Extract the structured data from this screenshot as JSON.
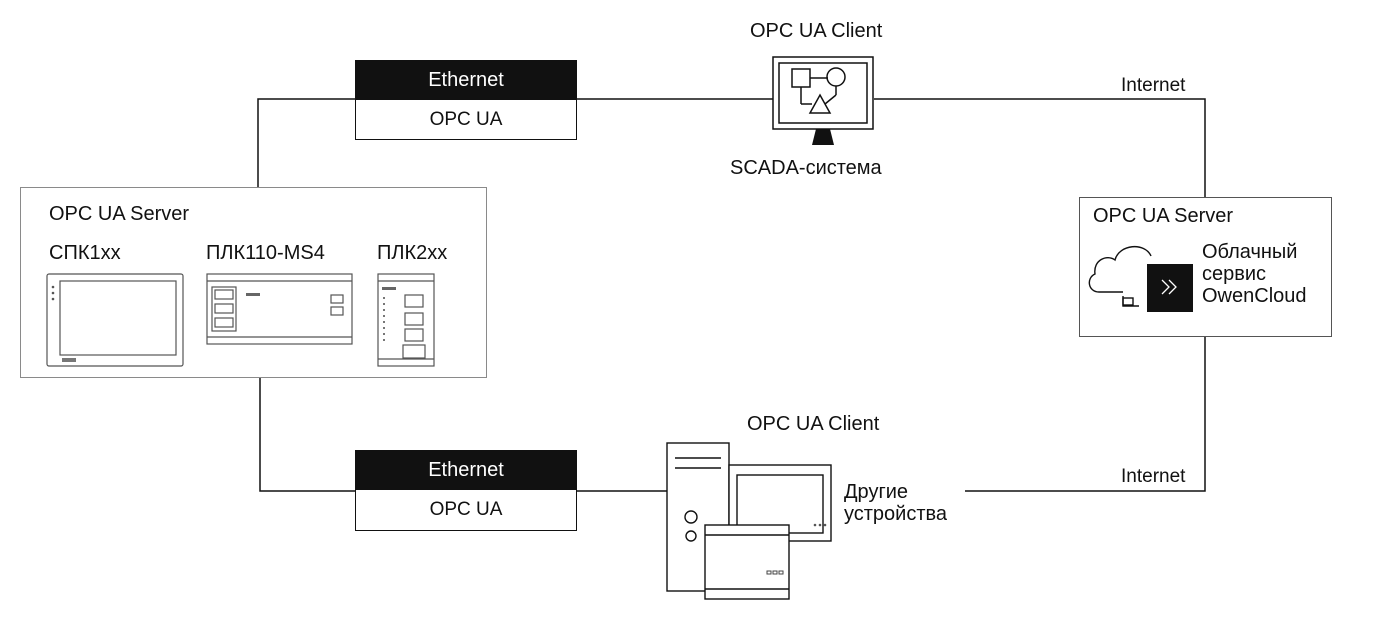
{
  "top_client": {
    "title": "OPC UA Client",
    "caption": "SCADA-система",
    "icon": "scada-monitor-icon"
  },
  "top_link": {
    "bus": "Ethernet",
    "protocol": "OPC UA"
  },
  "bottom_link": {
    "bus": "Ethernet",
    "protocol": "OPC UA"
  },
  "internet_top": "Internet",
  "internet_bottom": "Internet",
  "local_server": {
    "title": "OPC UA Server",
    "devices": [
      {
        "label": "СПК1xx",
        "icon": "panel-pc-icon"
      },
      {
        "label": "ПЛК110-MS4",
        "icon": "plc-module-icon"
      },
      {
        "label": "ПЛК2xx",
        "icon": "plc-slim-icon"
      }
    ]
  },
  "cloud_server": {
    "title": "OPC UA Server",
    "service_line1": "Облачный",
    "service_line2": "сервис",
    "service_line3": "OwenCloud",
    "icon": "cloud-icon"
  },
  "bottom_client": {
    "title": "OPC UA Client",
    "caption_line1": "Другие",
    "caption_line2": "устройства",
    "icon": "other-devices-icon"
  }
}
